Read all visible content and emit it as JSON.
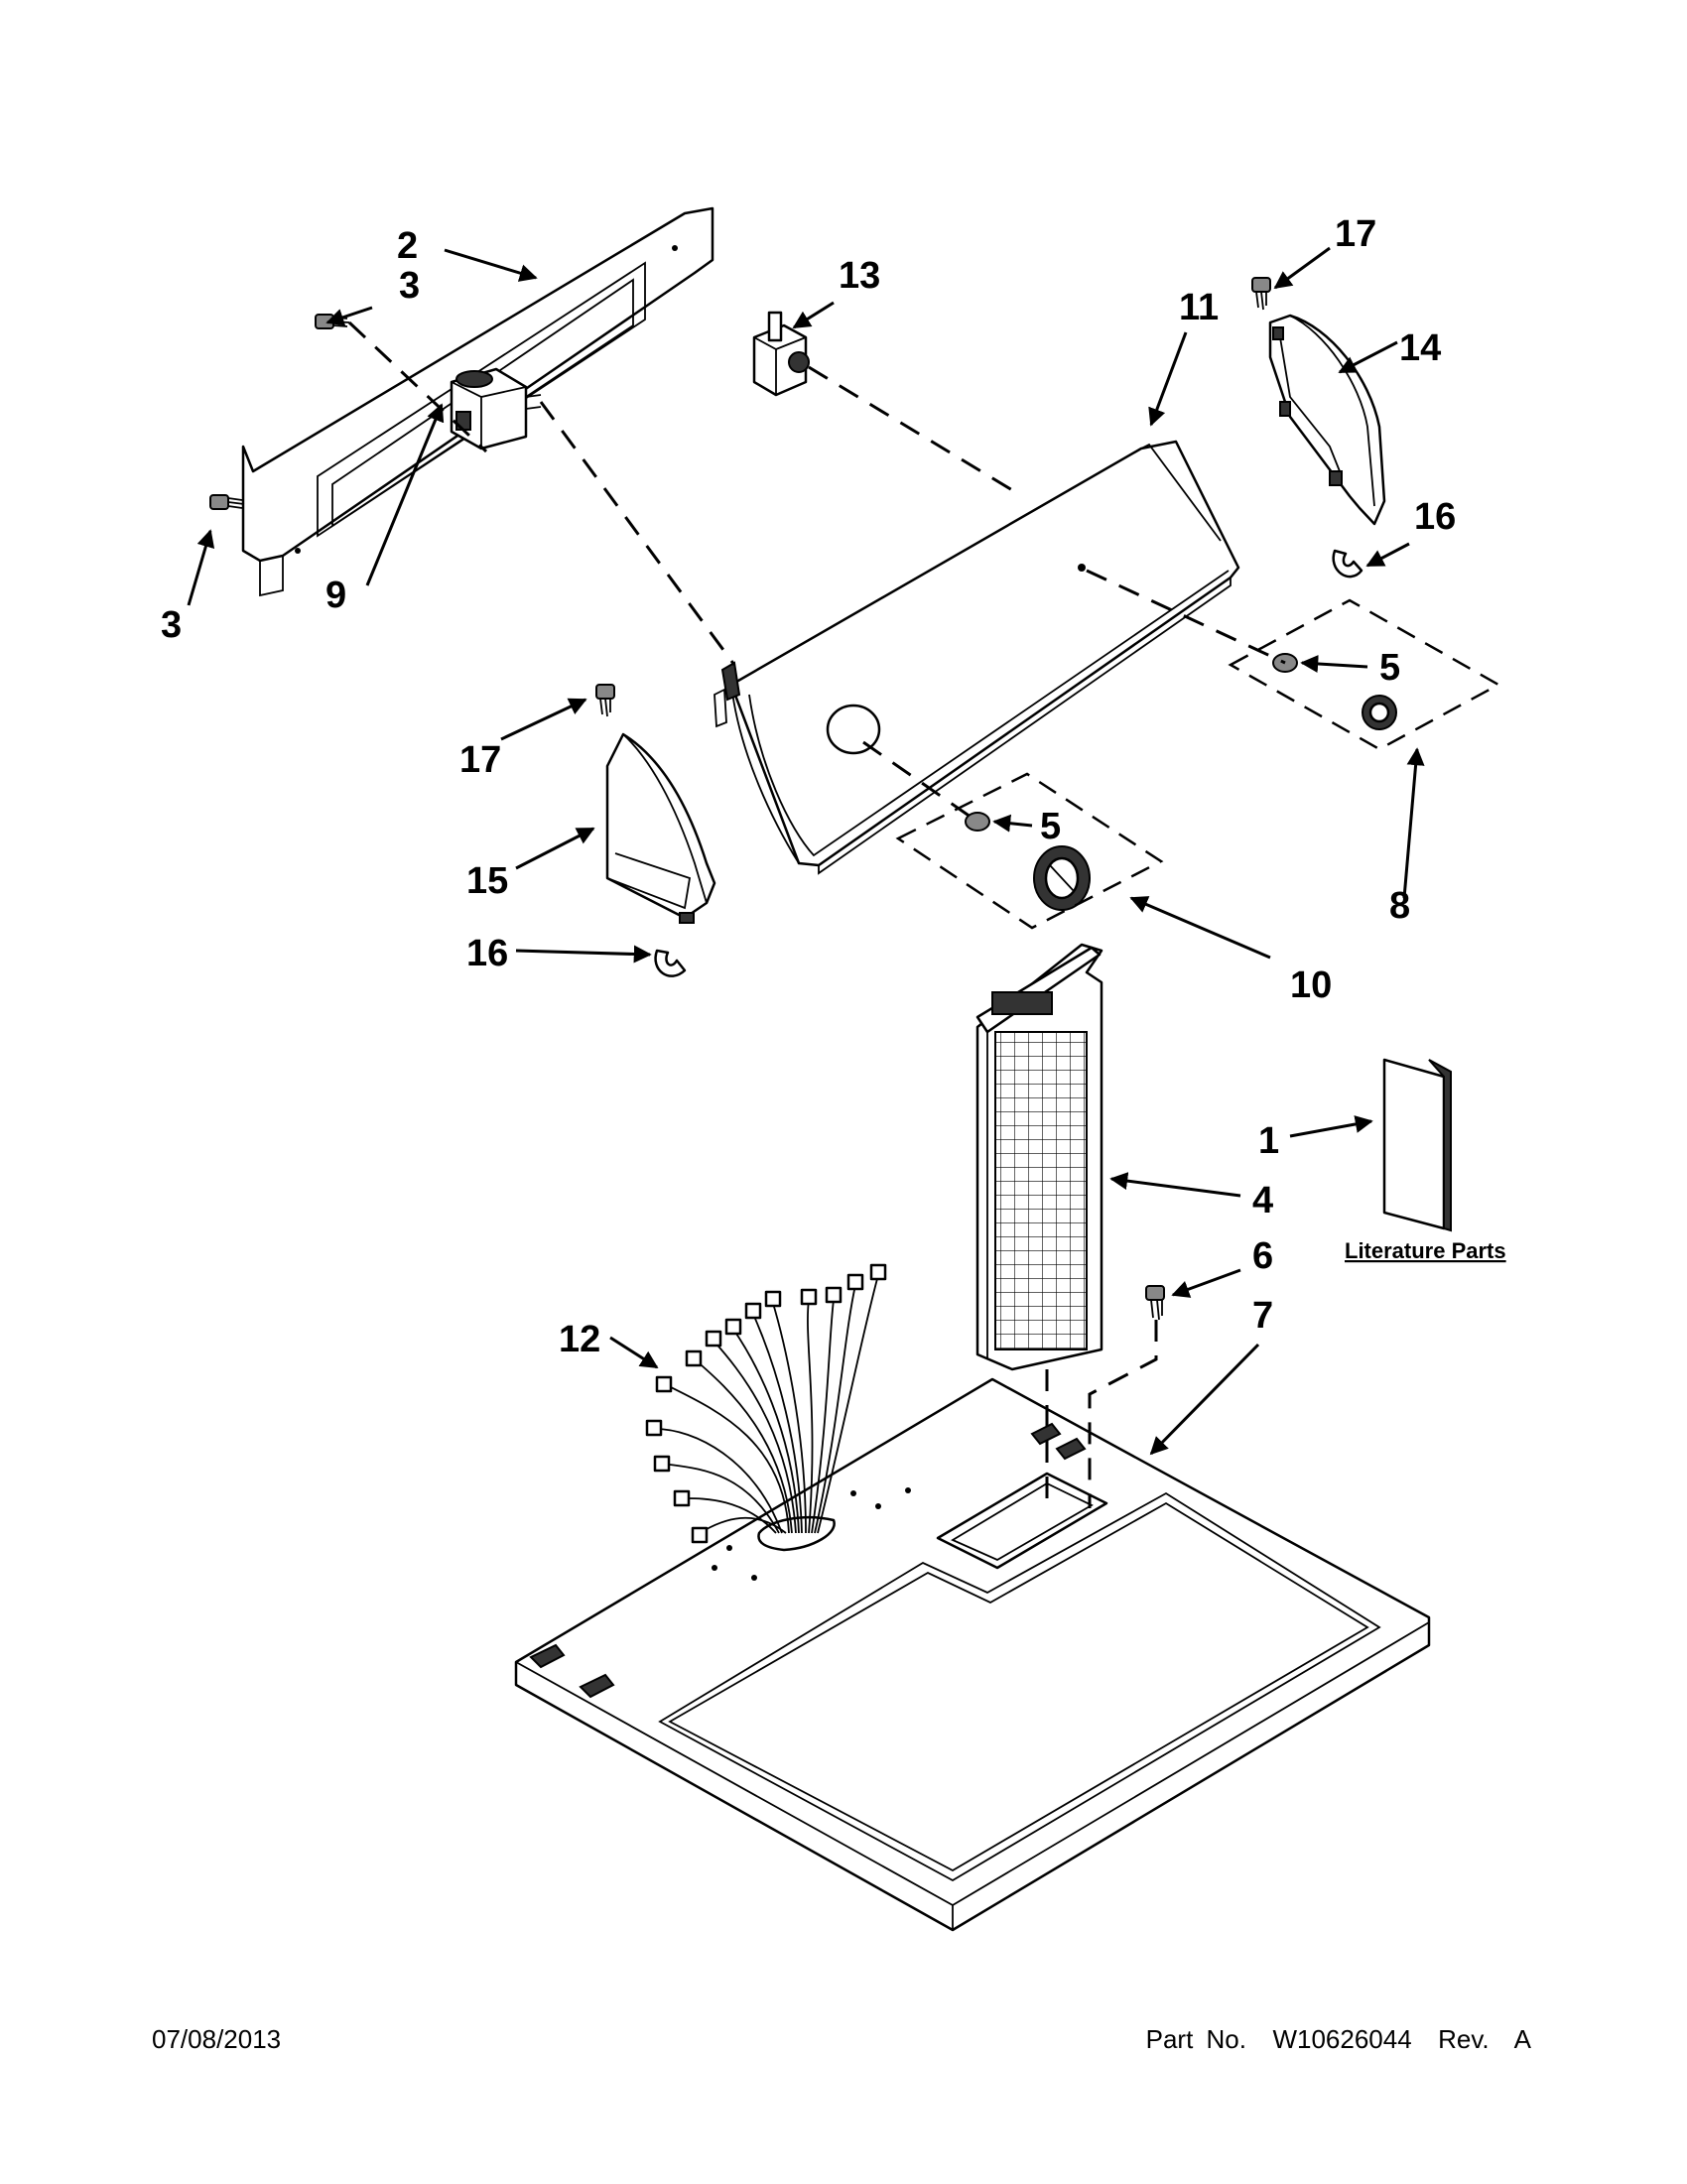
{
  "callouts": {
    "c1": "1",
    "c2": "2",
    "c3a": "3",
    "c3b": "3",
    "c4": "4",
    "c5a": "5",
    "c5b": "5",
    "c6": "6",
    "c7": "7",
    "c8": "8",
    "c9": "9",
    "c10": "10",
    "c11": "11",
    "c12": "12",
    "c13": "13",
    "c14": "14",
    "c15": "15",
    "c16a": "16",
    "c16b": "16",
    "c17a": "17",
    "c17b": "17"
  },
  "literature_label": "Literature Parts",
  "footer": {
    "date": "07/08/2013",
    "part_no": "Part No.  W10626044  Rev.  A"
  }
}
